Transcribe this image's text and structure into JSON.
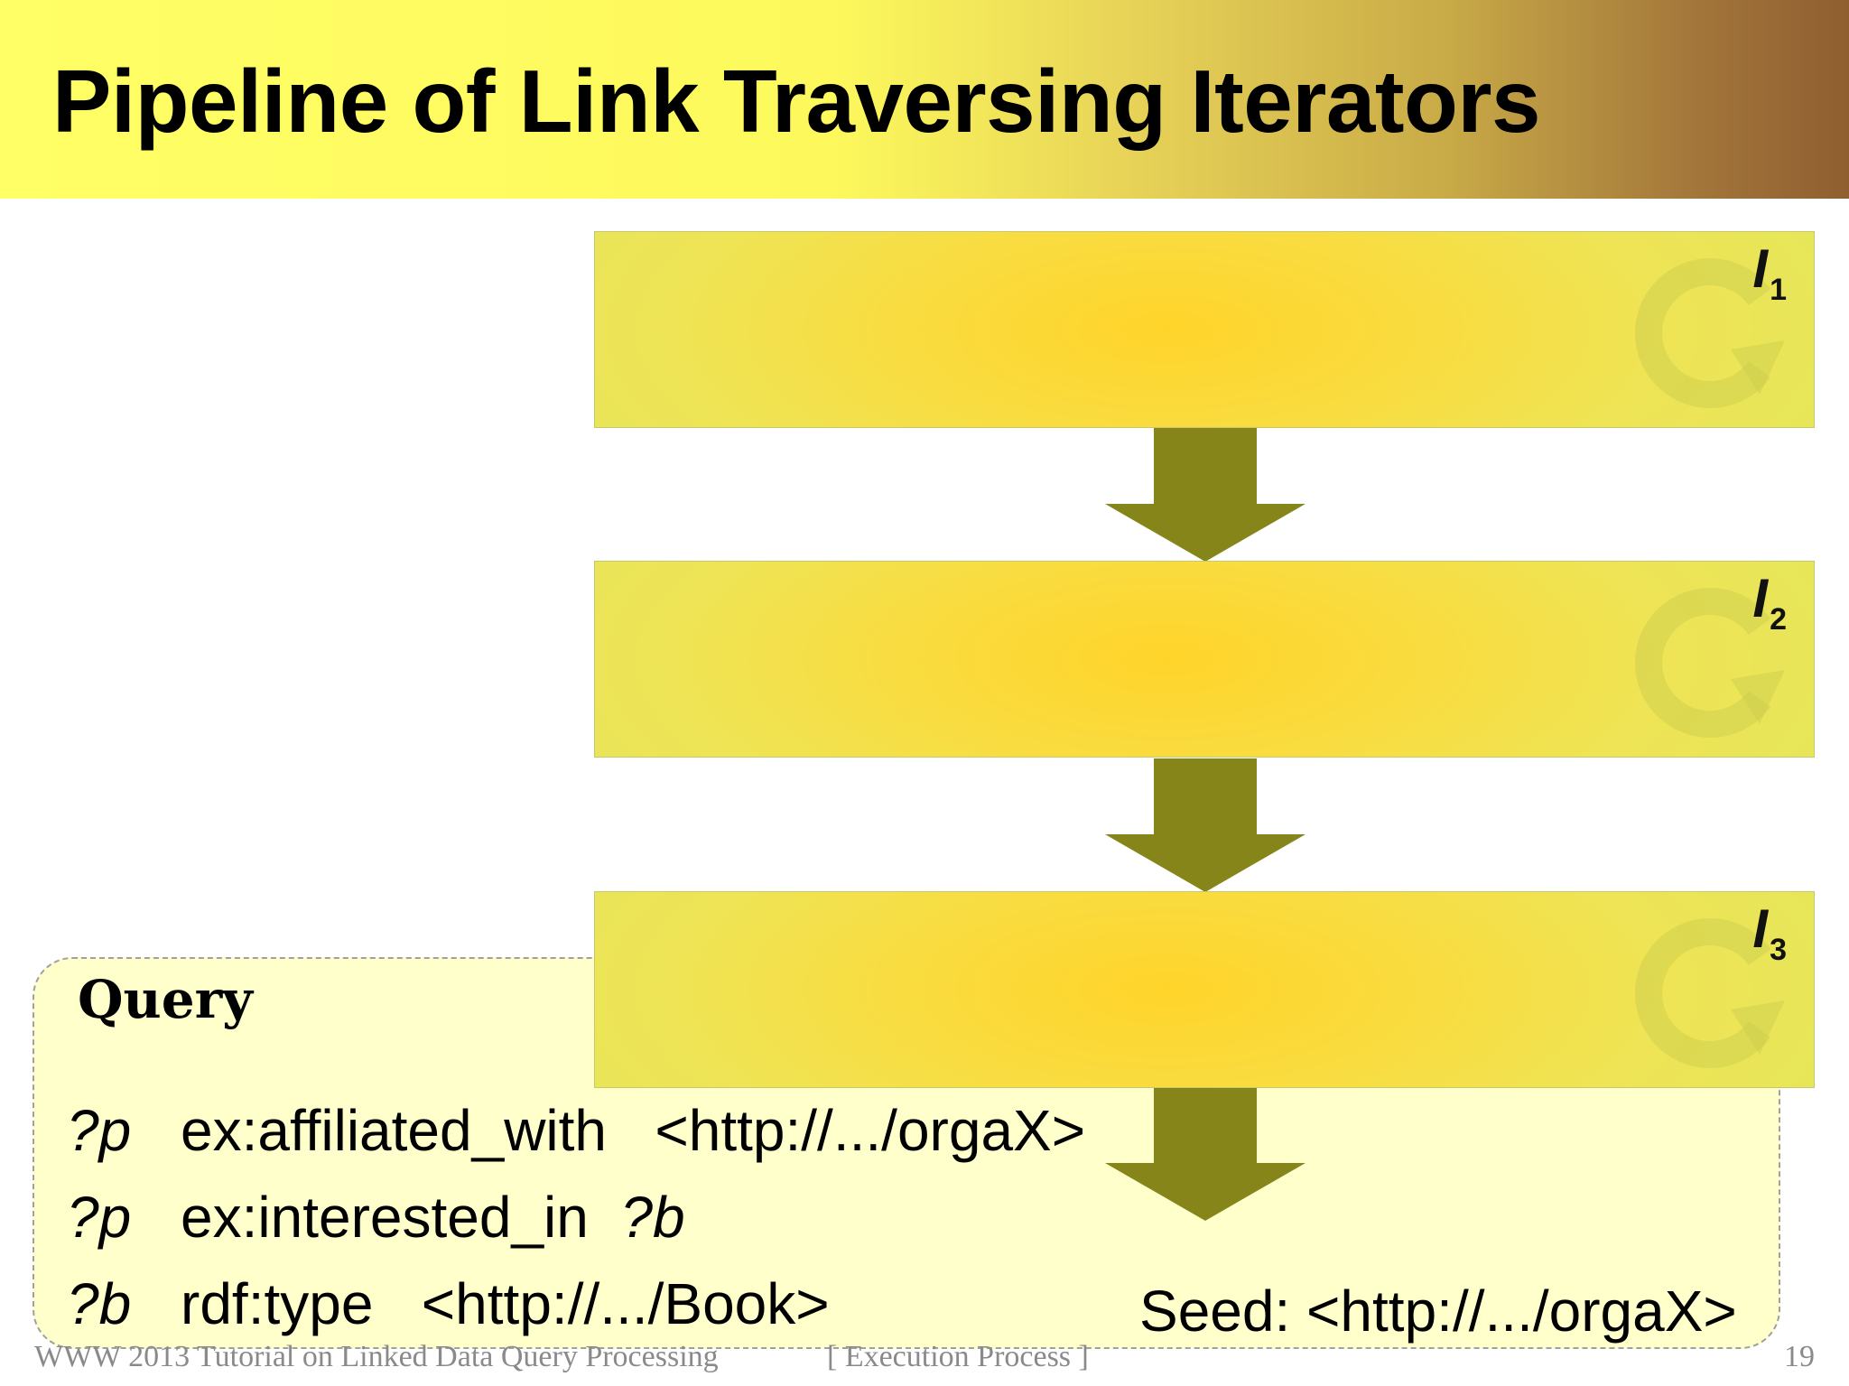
{
  "slide": {
    "title": "Pipeline of Link Traversing Iterators"
  },
  "iterators": [
    {
      "name": "I",
      "subscript": "1"
    },
    {
      "name": "I",
      "subscript": "2"
    },
    {
      "name": "I",
      "subscript": "3"
    }
  ],
  "query": {
    "heading": "Query",
    "patterns": [
      {
        "subject": "?p",
        "rest": "ex:affiliated_with   <http://.../orgaX>"
      },
      {
        "subject": "?p",
        "rest": "ex:interested_in  ?b"
      },
      {
        "subject": "?b",
        "rest": "rdf:type   <http://.../Book>"
      }
    ]
  },
  "seed": "Seed: <http://.../orgaX>",
  "footer": {
    "left": "WWW 2013 Tutorial on Linked Data Query Processing",
    "middle": "[ Execution Process ]",
    "page_number": "19"
  },
  "icons": {
    "iterator_cycle": "refresh-cycle-icon",
    "flow_arrow": "arrow-down-icon"
  },
  "colors": {
    "arrow": "#858519",
    "box_core": "#ffd42a",
    "box_edge": "#e6e65a",
    "query_bg": "#ffffcc"
  }
}
